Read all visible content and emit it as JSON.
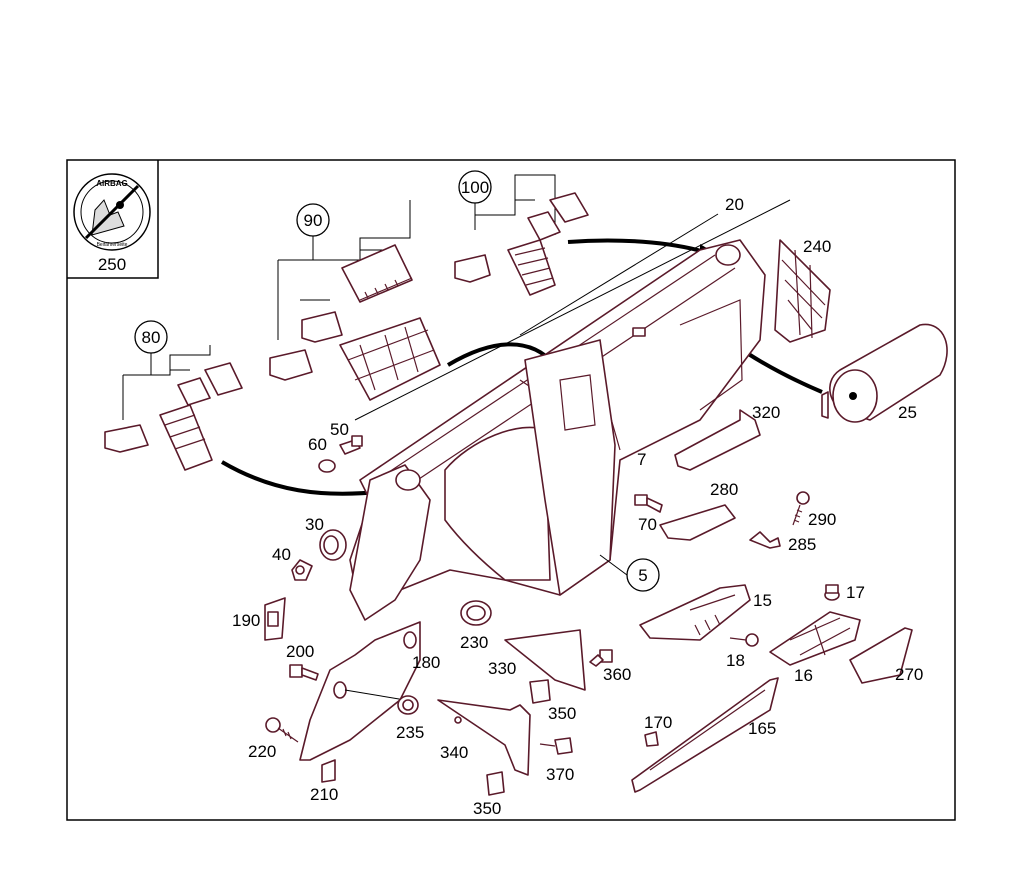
{
  "labels": {
    "p250": "250",
    "p100": "100",
    "p90": "90",
    "p80": "80",
    "p20": "20",
    "p240": "240",
    "p25": "25",
    "p50": "50",
    "p60": "60",
    "p320": "320",
    "p7": "7",
    "p30": "30",
    "p40": "40",
    "p280": "280",
    "p290": "290",
    "p70": "70",
    "p285": "285",
    "p5": "5",
    "p17": "17",
    "p15": "15",
    "p190": "190",
    "p230": "230",
    "p200": "200",
    "p180": "180",
    "p330": "330",
    "p360": "360",
    "p18": "18",
    "p16": "16",
    "p270": "270",
    "p350a": "350",
    "p235": "235",
    "p220": "220",
    "p340": "340",
    "p370": "370",
    "p170": "170",
    "p165": "165",
    "p210": "210",
    "p350b": "350"
  },
  "airbag_badge": {
    "ring_text": "AIRBAG",
    "bottom_text": "Beifahrerseite"
  },
  "colors": {
    "part_outline": "#5a1a2a",
    "label_text": "#000000",
    "background": "#ffffff"
  }
}
